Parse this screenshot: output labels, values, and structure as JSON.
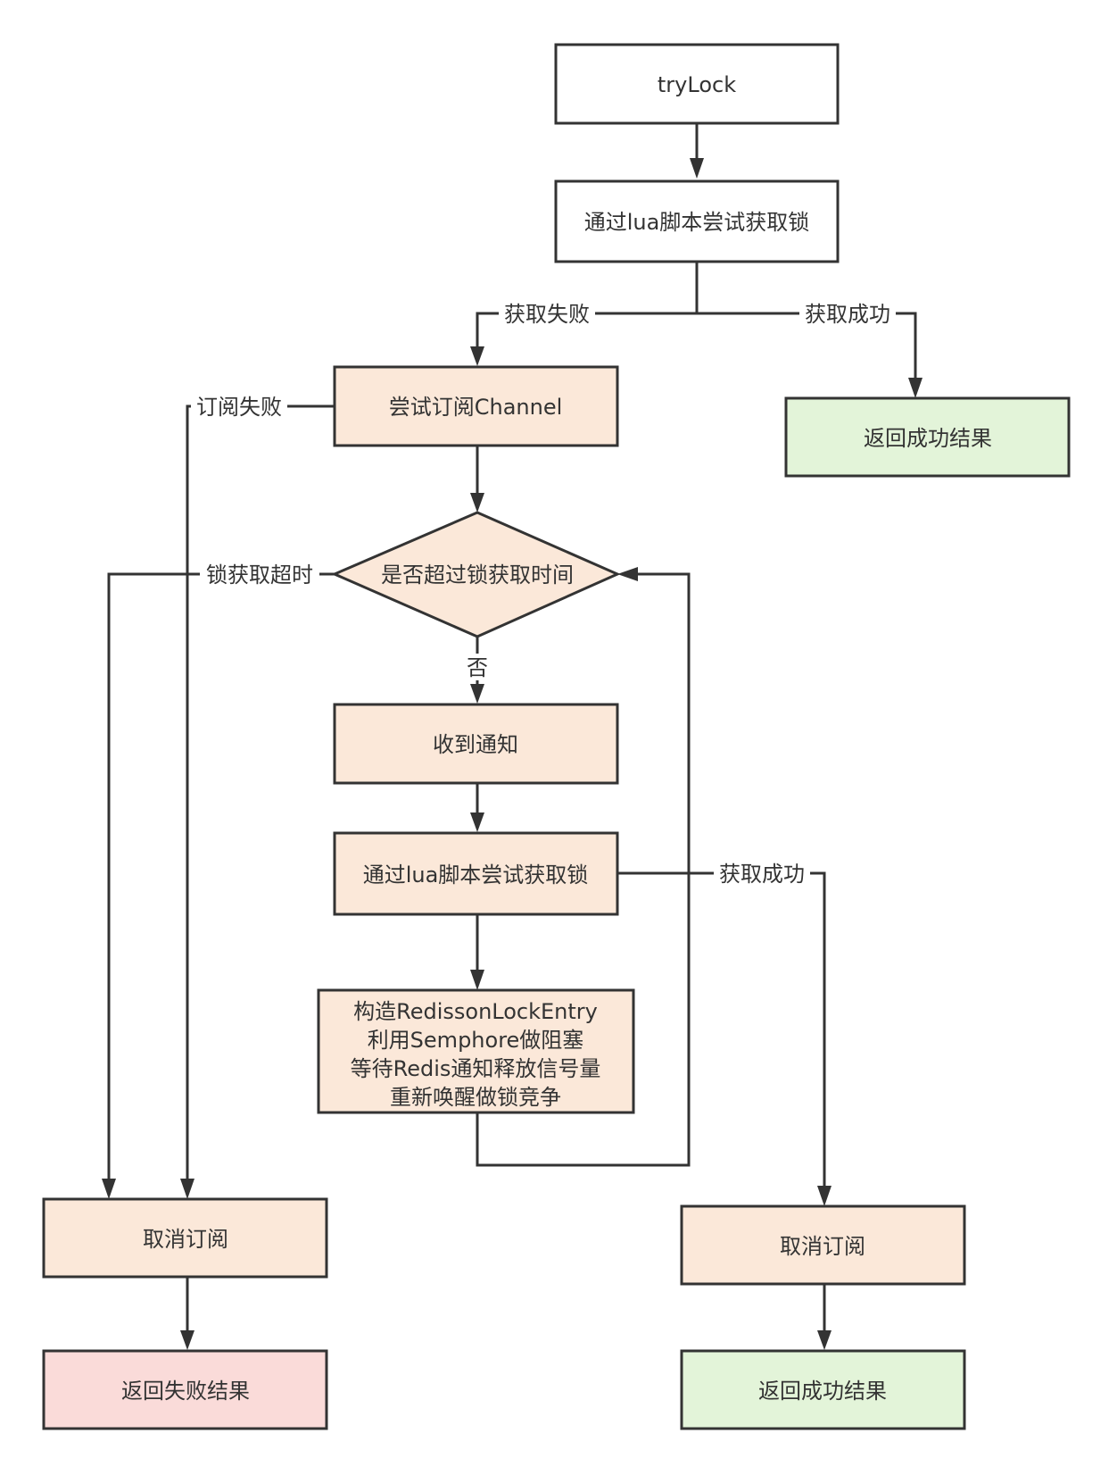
{
  "diagram": {
    "type": "flowchart",
    "colors": {
      "stroke": "#333333",
      "white": "#ffffff",
      "peach": "#fbe8d9",
      "green": "#e3f4d9",
      "pink": "#fadbd9"
    },
    "nodes": {
      "trylock": {
        "label": "tryLock",
        "color": "white"
      },
      "lua_try_1": {
        "label": "通过lua脚本尝试获取锁",
        "color": "white"
      },
      "subscribe": {
        "label": "尝试订阅Channel",
        "color": "peach"
      },
      "return_success_1": {
        "label": "返回成功结果",
        "color": "green"
      },
      "timeout_check": {
        "label": "是否超过锁获取时间",
        "color": "peach",
        "shape": "diamond"
      },
      "receive_notify": {
        "label": "收到通知",
        "color": "peach"
      },
      "lua_try_2": {
        "label": "通过lua脚本尝试获取锁",
        "color": "peach"
      },
      "entry_wait": {
        "lines": [
          "构造RedissonLockEntry",
          "利用Semphore做阻塞",
          "等待Redis通知释放信号量",
          "重新唤醒做锁竞争"
        ],
        "color": "peach"
      },
      "unsubscribe_fail": {
        "label": "取消订阅",
        "color": "peach"
      },
      "return_fail": {
        "label": "返回失败结果",
        "color": "pink"
      },
      "unsubscribe_success": {
        "label": "取消订阅",
        "color": "peach"
      },
      "return_success_2": {
        "label": "返回成功结果",
        "color": "green"
      }
    },
    "edges": [
      {
        "from": "trylock",
        "to": "lua_try_1",
        "label": ""
      },
      {
        "from": "lua_try_1",
        "to": "subscribe",
        "label": "获取失败"
      },
      {
        "from": "lua_try_1",
        "to": "return_success_1",
        "label": "获取成功"
      },
      {
        "from": "subscribe",
        "to": "unsubscribe_fail",
        "label": "订阅失败"
      },
      {
        "from": "subscribe",
        "to": "timeout_check",
        "label": ""
      },
      {
        "from": "timeout_check",
        "to": "unsubscribe_fail",
        "label": "锁获取超时"
      },
      {
        "from": "timeout_check",
        "to": "receive_notify",
        "label": "否"
      },
      {
        "from": "receive_notify",
        "to": "lua_try_2",
        "label": ""
      },
      {
        "from": "lua_try_2",
        "to": "unsubscribe_success",
        "label": "获取成功"
      },
      {
        "from": "lua_try_2",
        "to": "entry_wait",
        "label": ""
      },
      {
        "from": "entry_wait",
        "to": "timeout_check",
        "label": ""
      },
      {
        "from": "unsubscribe_fail",
        "to": "return_fail",
        "label": ""
      },
      {
        "from": "unsubscribe_success",
        "to": "return_success_2",
        "label": ""
      }
    ]
  }
}
